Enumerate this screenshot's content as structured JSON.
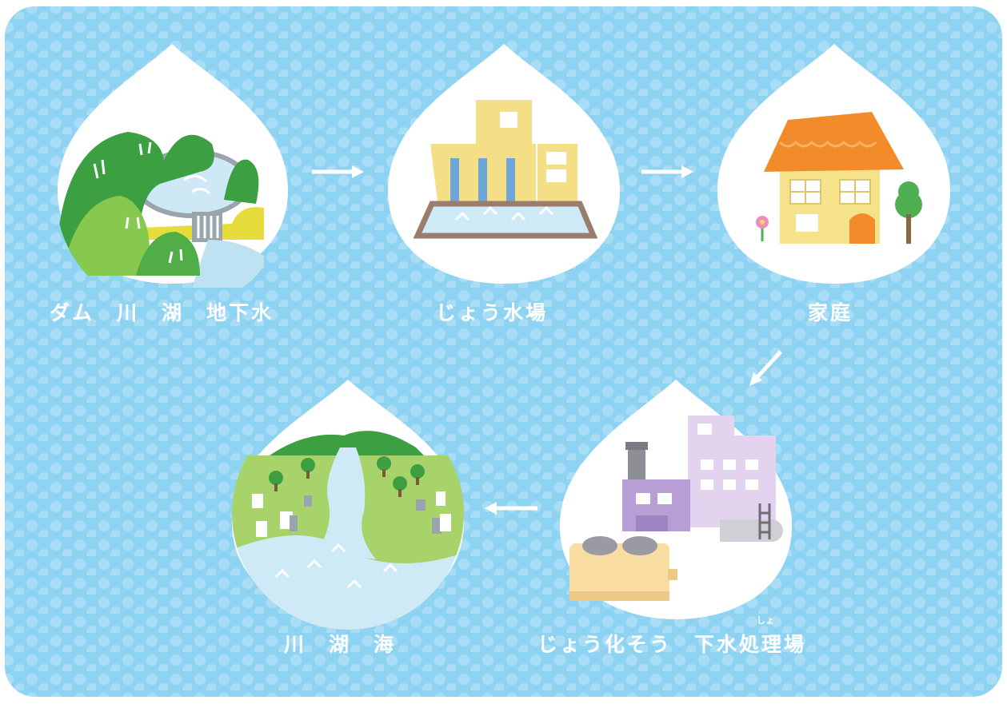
{
  "colors": {
    "background": "#8fd3f3",
    "dot": "#a9ddf6",
    "drop": "#ffffff",
    "arrow": "#ffffff",
    "label": "#ffffff"
  },
  "steps": [
    {
      "label": "ダム　川　湖　地下水",
      "icon": "dam-icon"
    },
    {
      "label": "じょう水場",
      "icon": "water-purification-plant-icon"
    },
    {
      "label": "家庭",
      "icon": "house-icon"
    },
    {
      "label": "じょう化そう　下水処理場",
      "icon": "sewage-treatment-plant-icon",
      "ruby": "しょ"
    },
    {
      "label": "川　湖　海",
      "icon": "river-landscape-icon"
    }
  ]
}
